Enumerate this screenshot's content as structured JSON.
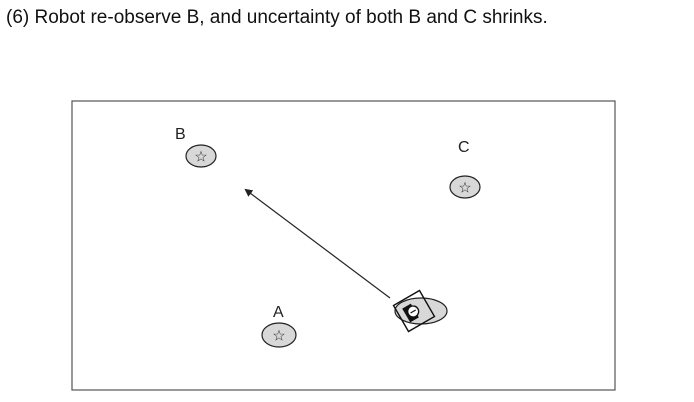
{
  "caption": "(6) Robot re-observe B, and uncertainty of both B and C shrinks.",
  "landmarks": [
    {
      "id": "B",
      "label": "B",
      "icon": "star-icon"
    },
    {
      "id": "C",
      "label": "C",
      "icon": "star-icon"
    },
    {
      "id": "A",
      "label": "A",
      "icon": "star-icon"
    }
  ],
  "robot": {
    "icon": "robot-icon",
    "heading_target": "B"
  },
  "colors": {
    "frame": "#555555",
    "ellipse_fill": "#d8d8d8",
    "ellipse_stroke": "#222222",
    "arrow": "#222222",
    "text": "#111111"
  },
  "star_glyph": "☆"
}
